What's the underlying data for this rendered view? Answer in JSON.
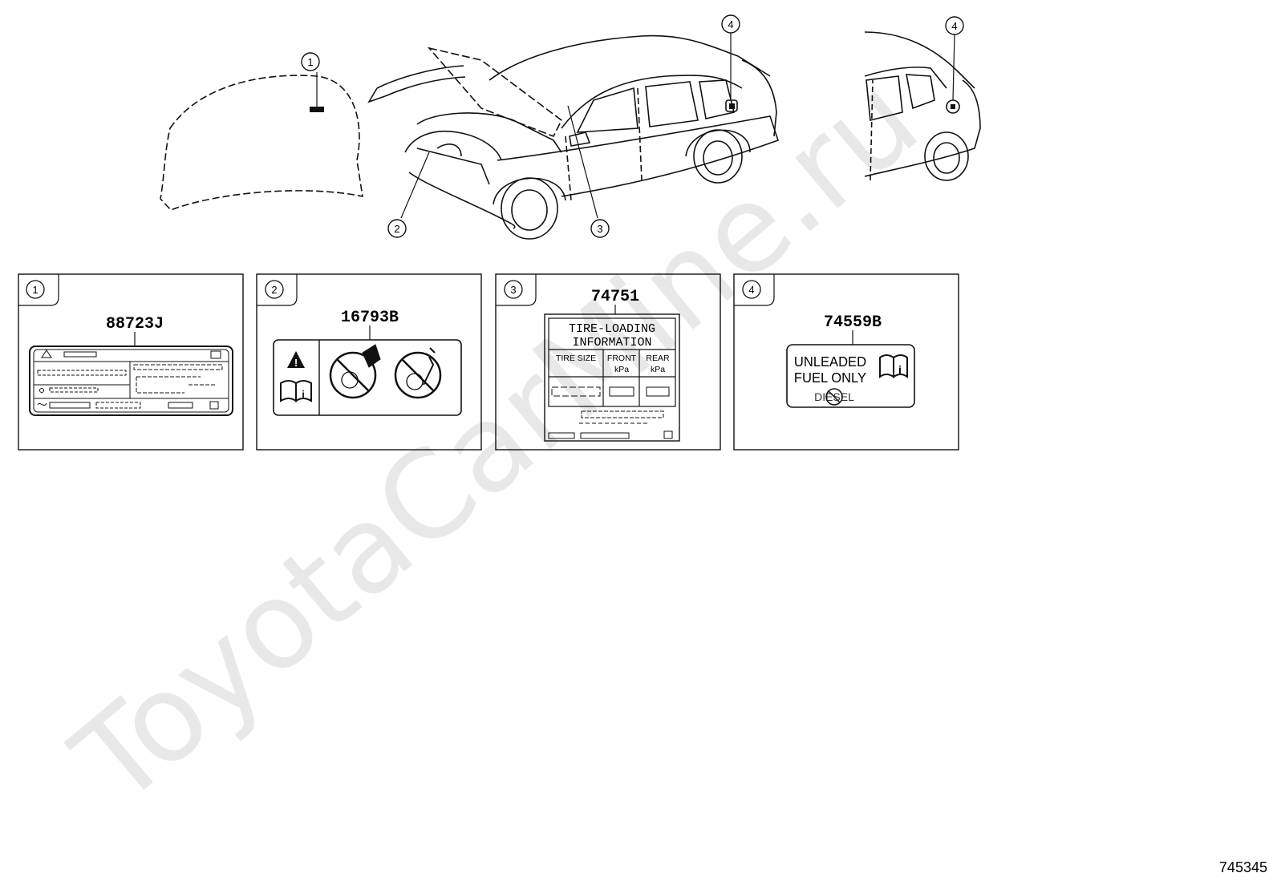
{
  "watermark": "ToyotaCarMine.ru",
  "diagram_code": "745345",
  "callouts": [
    "1",
    "2",
    "3",
    "4",
    "4"
  ],
  "panels": [
    {
      "index": "1",
      "part": "88723J"
    },
    {
      "index": "2",
      "part": "16793B"
    },
    {
      "index": "3",
      "part": "74751",
      "label_title_1": "TIRE-LOADING",
      "label_title_2": "INFORMATION",
      "col_tire_size": "TIRE SIZE",
      "col_front": "FRONT",
      "col_rear": "REAR",
      "unit_front": "kPa",
      "unit_rear": "kPa"
    },
    {
      "index": "4",
      "part": "74559B",
      "line_1": "UNLEADED",
      "line_2": "FUEL ONLY",
      "crossed_word": "DIESEL"
    }
  ],
  "colors": {
    "line": "#111111",
    "watermark": "#e6e6e6",
    "background": "#ffffff"
  }
}
